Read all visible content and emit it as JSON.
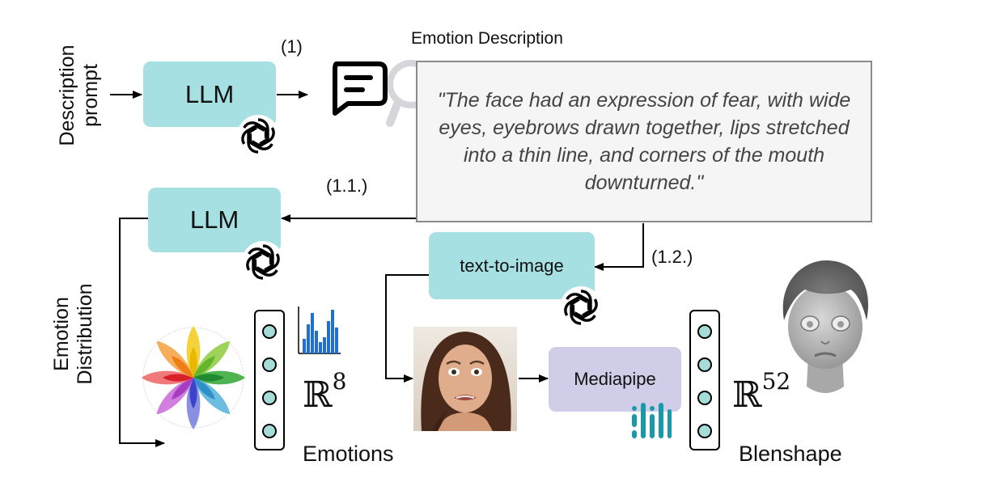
{
  "labels": {
    "description_prompt": [
      "Description",
      "prompt"
    ],
    "emotion_distribution": [
      "Emotion",
      "Distribution"
    ],
    "emotion_description_title": "Emotion Description",
    "step_1": "(1)",
    "step_1_1": "(1.1.)",
    "step_1_2": "(1.2.)",
    "emotions_caption": "Emotions",
    "blendshape_caption": "Blenshape"
  },
  "boxes": {
    "llm_top": "LLM",
    "llm_mid": "LLM",
    "text_to_image": "text-to-image",
    "mediapipe": "Mediapipe"
  },
  "description_text": "\"The face had an expression of fear, with wide eyes, eyebrows drawn together, lips stretched into a thin line, and corners of the mouth downturned.\"",
  "math": {
    "emotion_space": "ℝ",
    "emotion_dim": "8",
    "blend_space": "ℝ",
    "blend_dim": "52"
  },
  "colors": {
    "llm_fill": "#a6e0e3",
    "mediapipe_fill": "#d0cde8",
    "node_fill": "#a6dcd8",
    "histogram": "#1f6fd6",
    "mediapipe_logo": "#1a9aa8"
  },
  "icons": [
    "openai-logo-icon",
    "chat-bubble-icon",
    "magnifier-icon",
    "plutchik-wheel-icon",
    "histogram-icon",
    "mediapipe-logo-icon",
    "face-photo",
    "avatar-head"
  ]
}
